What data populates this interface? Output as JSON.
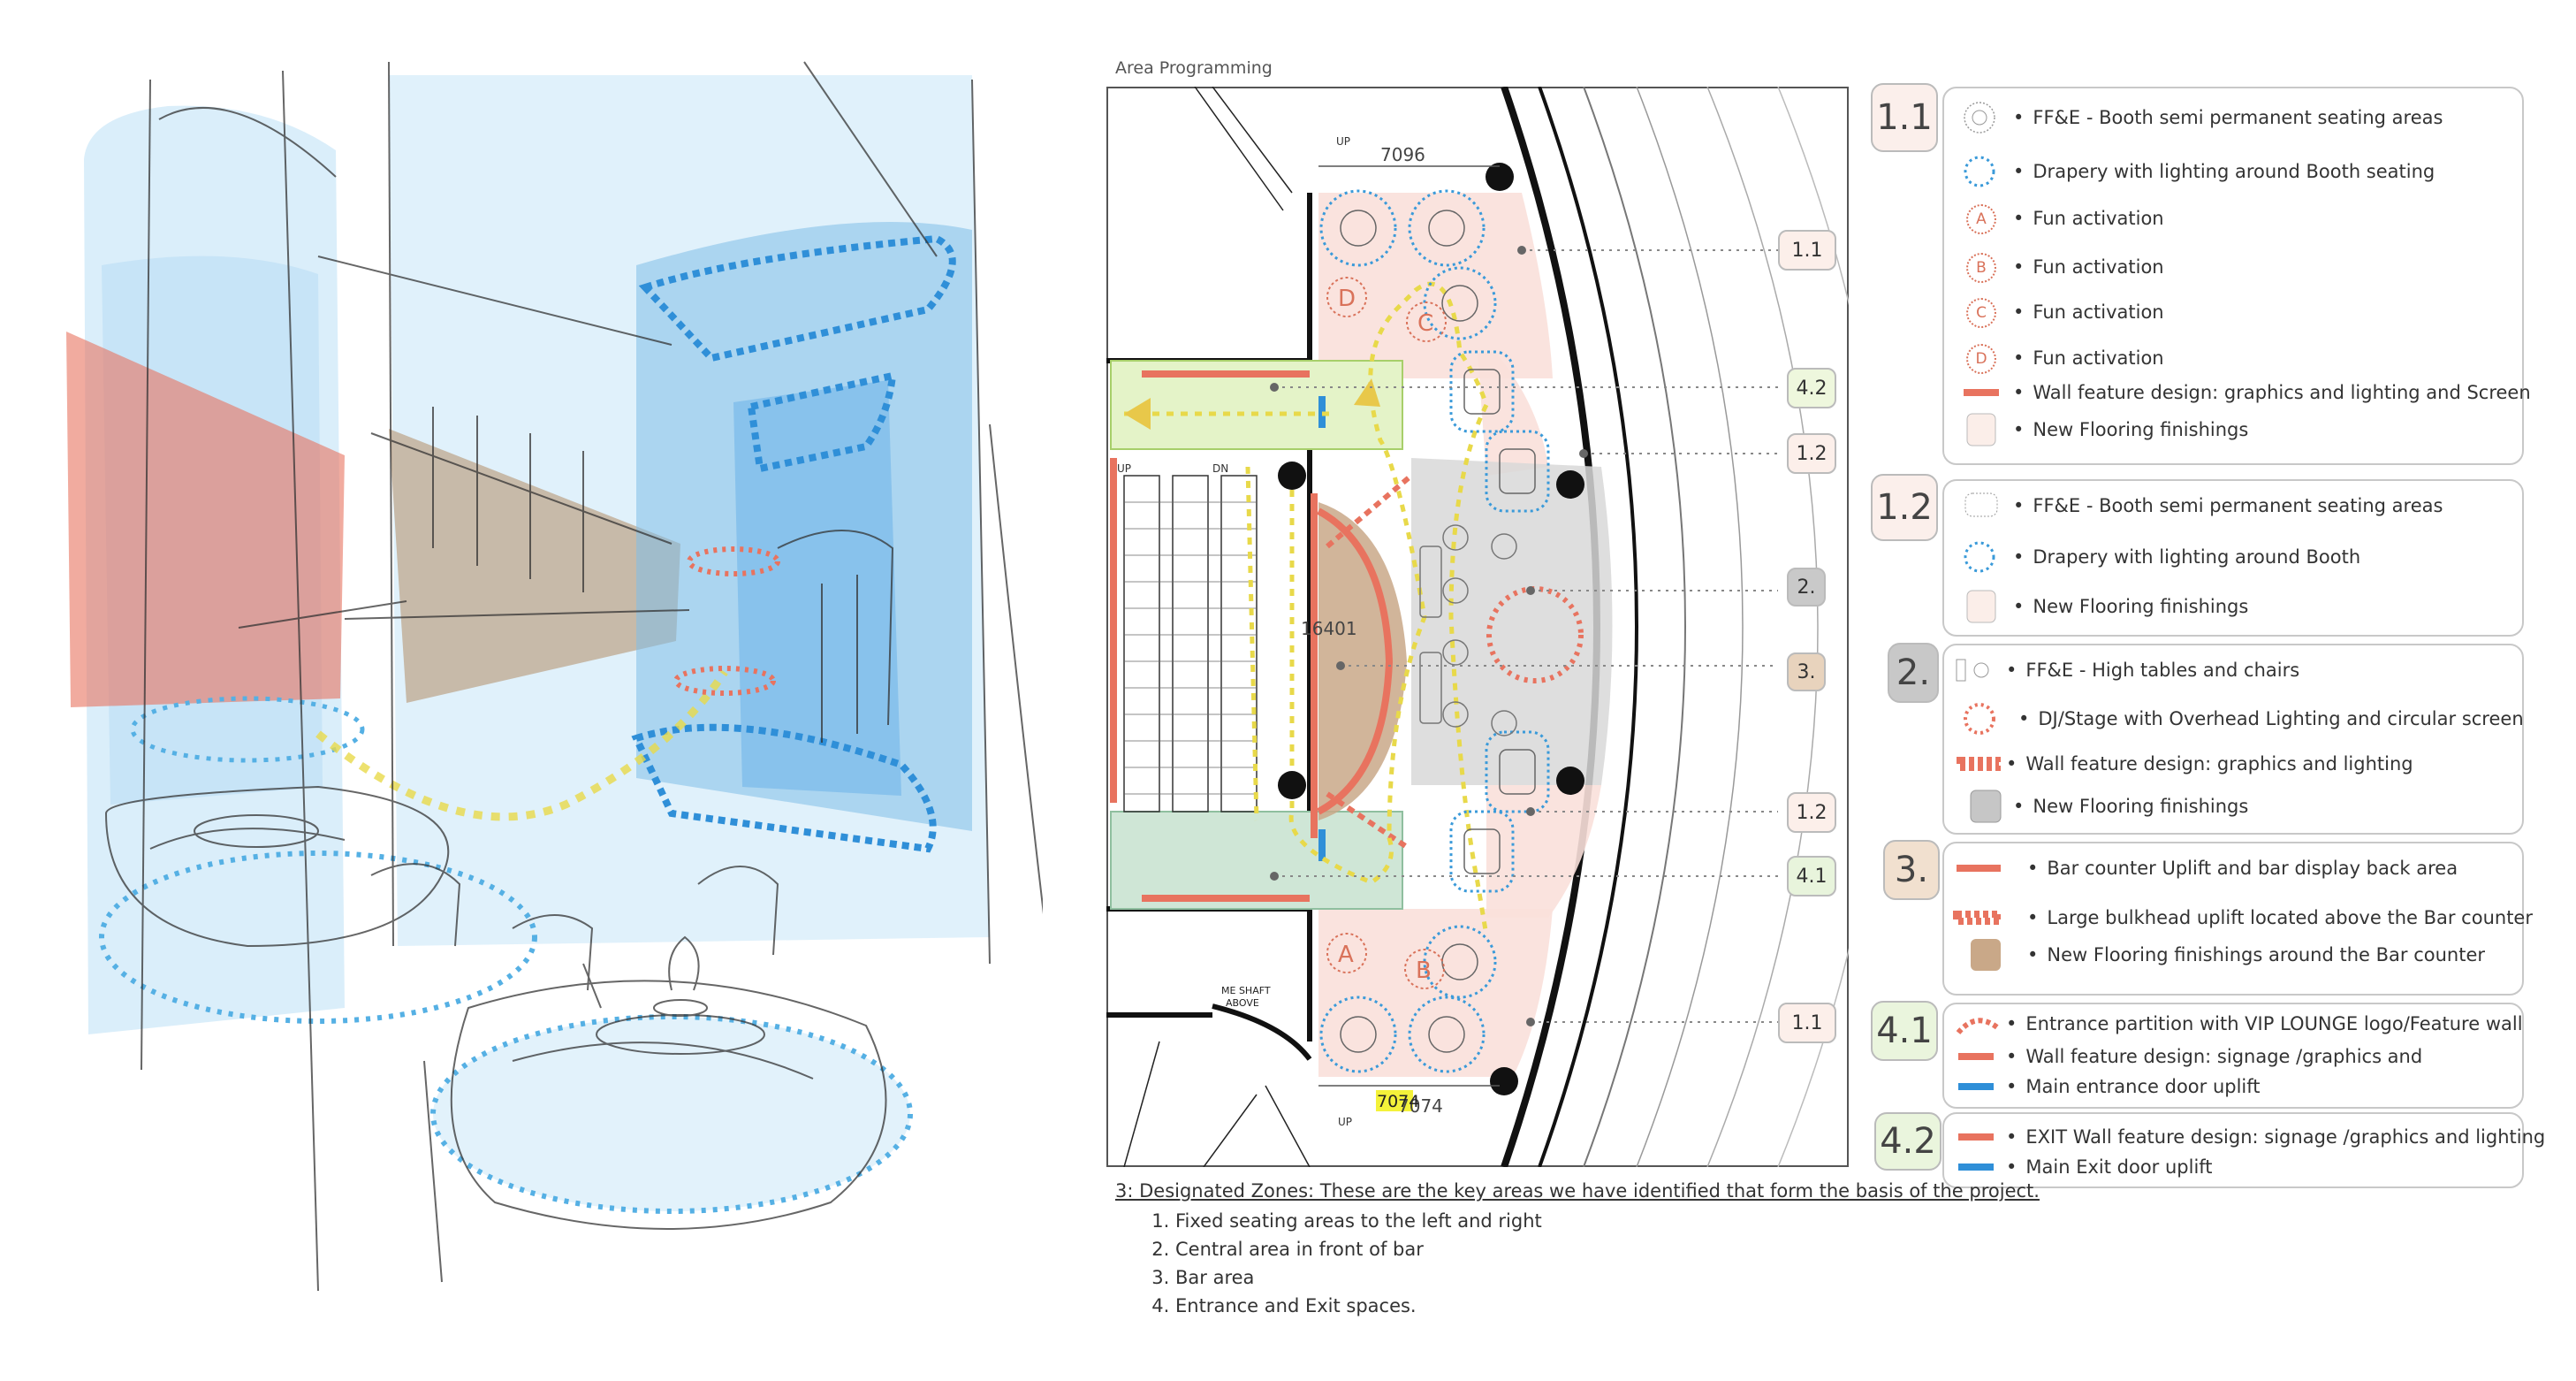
{
  "plan": {
    "title": "Area Programming",
    "dim_top": "7096",
    "dim_bottom": "7074",
    "dim_bottom_hl": "7074",
    "dim_center": "16401",
    "up_label": "UP",
    "dn_label": "DN",
    "shaft_label_1": "ME SHAFT",
    "shaft_label_2": "ABOVE",
    "callouts": [
      "1.1",
      "4.2",
      "1.2",
      "2.",
      "3.",
      "1.2",
      "4.1",
      "1.1"
    ],
    "circle_labels": [
      "D",
      "C",
      "A",
      "B"
    ]
  },
  "legend": {
    "zones": [
      {
        "id": "1.1",
        "items": [
          {
            "icon": "booth-icon",
            "text": "FF&E - Booth semi permanent  seating areas"
          },
          {
            "icon": "drapery-blue-circle-icon",
            "text": "Drapery  with lighting around Booth seating"
          },
          {
            "icon": "circle-a-icon",
            "label": "A",
            "text": "Fun activation"
          },
          {
            "icon": "circle-b-icon",
            "label": "B",
            "text": "Fun activation"
          },
          {
            "icon": "circle-c-icon",
            "label": "C",
            "text": "Fun activation"
          },
          {
            "icon": "circle-d-icon",
            "label": "D",
            "text": "Fun activation"
          },
          {
            "icon": "red-bar-icon",
            "text": "Wall feature design: graphics and lighting and Screen"
          },
          {
            "icon": "pink-swatch-icon",
            "text": "New Flooring finishings"
          }
        ]
      },
      {
        "id": "1.2",
        "items": [
          {
            "icon": "booth-icon",
            "text": "FF&E - Booth semi permanent  seating areas"
          },
          {
            "icon": "drapery-blue-circle-icon",
            "text": "Drapery      with   lighting   around   Booth"
          },
          {
            "icon": "pink-swatch-icon",
            "text": "New Flooring finishings"
          }
        ]
      },
      {
        "id": "2.",
        "items": [
          {
            "icon": "tables-chairs-icon",
            "text": "FF&E - High tables and chairs"
          },
          {
            "icon": "dj-stage-circle-icon",
            "text": "DJ/Stage with Overhead Lighting and circular screen"
          },
          {
            "icon": "red-dashed-bar-icon",
            "text": "Wall feature design: graphics and lighting"
          },
          {
            "icon": "grey-swatch-icon",
            "text": "New Flooring finishings"
          }
        ]
      },
      {
        "id": "3.",
        "items": [
          {
            "icon": "red-bar-icon",
            "text": "Bar counter Uplift and bar display back area"
          },
          {
            "icon": "red-dashed-bar-icon",
            "text": "Large bulkhead uplift located above the Bar counter"
          },
          {
            "icon": "tan-swatch-icon",
            "text": "New Flooring finishings around the Bar counter"
          }
        ]
      },
      {
        "id": "4.1",
        "items": [
          {
            "icon": "red-dashed-arc-icon",
            "text": "Entrance partition with VIP LOUNGE logo/Feature wall"
          },
          {
            "icon": "red-bar-icon",
            "text": "Wall   feature   design:   signage   /graphics   and"
          },
          {
            "icon": "blue-bar-icon",
            "text": "Main entrance door uplift"
          }
        ]
      },
      {
        "id": "4.2",
        "items": [
          {
            "icon": "red-bar-icon",
            "text": "EXIT Wall feature design: signage /graphics and lighting"
          },
          {
            "icon": "blue-bar-icon",
            "text": "Main Exit door uplift"
          }
        ]
      }
    ]
  },
  "notes": {
    "title": "3: Designated Zones: These are the key areas we have identified that form the basis of the project.",
    "items": [
      "Fixed seating areas to the left and right",
      "Central area in front of bar",
      "Bar area",
      "Entrance and Exit spaces."
    ]
  },
  "colors": {
    "zone_red": "#e8735f",
    "zone_blue": "#3a9ad9",
    "light_blue": "#cfe8f7",
    "pink_floor": "#f9e0da",
    "green_floor": "#e4f3c8",
    "teal_floor": "#cfe6d6",
    "tan_floor": "#c9a888",
    "grey_floor": "#d8d8d8",
    "yellow_path": "#e8d94a"
  }
}
